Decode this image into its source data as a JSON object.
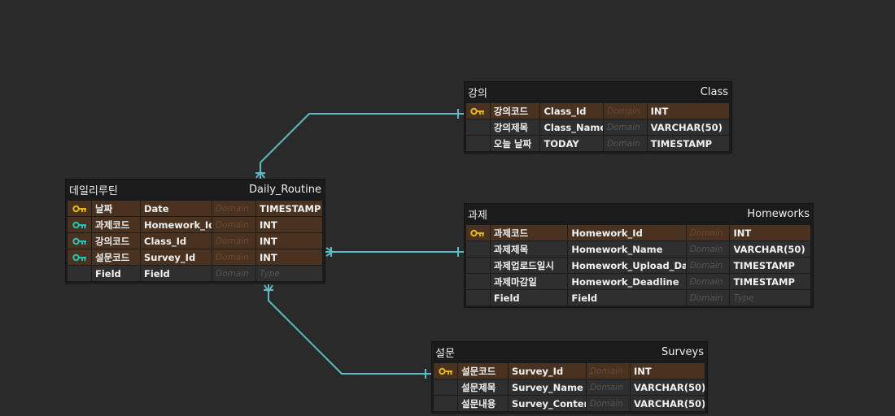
{
  "colors": {
    "background": "#2a2a2a",
    "entity_bg": "#1b1b1b",
    "key_row_bg": "#4a3220",
    "normal_row_bg": "#2f2f2f",
    "connector": "#5bbcc7",
    "pk_icon": "#e3b51c",
    "fk_icon": "#29c1b3"
  },
  "entities": [
    {
      "id": "daily_routine",
      "logical_name": "데일리루틴",
      "physical_name": "Daily_Routine",
      "rows": [
        {
          "key": "pk",
          "icon": "key-icon",
          "logical": "날짜",
          "physical": "Date",
          "domain": "Domain",
          "type": "TIMESTAMP"
        },
        {
          "key": "fk",
          "icon": "foreign-key-icon",
          "logical": "과제코드",
          "physical": "Homework_Id",
          "domain": "Domain",
          "type": "INT"
        },
        {
          "key": "fk",
          "icon": "foreign-key-icon",
          "logical": "강의코드",
          "physical": "Class_Id",
          "domain": "Domain",
          "type": "INT"
        },
        {
          "key": "fk",
          "icon": "foreign-key-icon",
          "logical": "설문코드",
          "physical": "Survey_Id",
          "domain": "Domain",
          "type": "INT"
        },
        {
          "key": "none",
          "icon": "",
          "logical": "Field",
          "physical": "Field",
          "domain": "Domain",
          "type": "Type",
          "placeholder": true
        }
      ]
    },
    {
      "id": "class",
      "logical_name": "강의",
      "physical_name": "Class",
      "rows": [
        {
          "key": "pk",
          "icon": "key-icon",
          "logical": "강의코드",
          "physical": "Class_Id",
          "domain": "Domain",
          "type": "INT"
        },
        {
          "key": "none",
          "icon": "",
          "logical": "강의제목",
          "physical": "Class_Name",
          "domain": "Domain",
          "type": "VARCHAR(50)"
        },
        {
          "key": "none",
          "icon": "",
          "logical": "오늘 날짜",
          "physical": "TODAY",
          "domain": "Domain",
          "type": "TIMESTAMP"
        }
      ]
    },
    {
      "id": "homeworks",
      "logical_name": "과제",
      "physical_name": "Homeworks",
      "rows": [
        {
          "key": "pk",
          "icon": "key-icon",
          "logical": "과제코드",
          "physical": "Homework_Id",
          "domain": "Domain",
          "type": "INT"
        },
        {
          "key": "none",
          "icon": "",
          "logical": "과제제목",
          "physical": "Homework_Name",
          "domain": "Domain",
          "type": "VARCHAR(50)"
        },
        {
          "key": "none",
          "icon": "",
          "logical": "과제업로드일시",
          "physical": "Homework_Upload_Date",
          "domain": "Domain",
          "type": "TIMESTAMP"
        },
        {
          "key": "none",
          "icon": "",
          "logical": "과제마감일",
          "physical": "Homework_Deadline",
          "domain": "Domain",
          "type": "TIMESTAMP"
        },
        {
          "key": "none",
          "icon": "",
          "logical": "Field",
          "physical": "Field",
          "domain": "Domain",
          "type": "Type",
          "placeholder": true
        }
      ]
    },
    {
      "id": "surveys",
      "logical_name": "설문",
      "physical_name": "Surveys",
      "rows": [
        {
          "key": "pk",
          "icon": "key-icon",
          "logical": "설문코드",
          "physical": "Survey_Id",
          "domain": "Domain",
          "type": "INT"
        },
        {
          "key": "none",
          "icon": "",
          "logical": "설문제목",
          "physical": "Survey_Name",
          "domain": "Domain",
          "type": "VARCHAR(50)"
        },
        {
          "key": "none",
          "icon": "",
          "logical": "설문내용",
          "physical": "Survey_Content",
          "domain": "Domain",
          "type": "VARCHAR(50)"
        }
      ]
    }
  ],
  "relationships": [
    {
      "from": "class",
      "to": "daily_routine",
      "from_cardinality": "one",
      "to_cardinality": "many"
    },
    {
      "from": "homeworks",
      "to": "daily_routine",
      "from_cardinality": "one",
      "to_cardinality": "many"
    },
    {
      "from": "surveys",
      "to": "daily_routine",
      "from_cardinality": "one",
      "to_cardinality": "many"
    }
  ]
}
